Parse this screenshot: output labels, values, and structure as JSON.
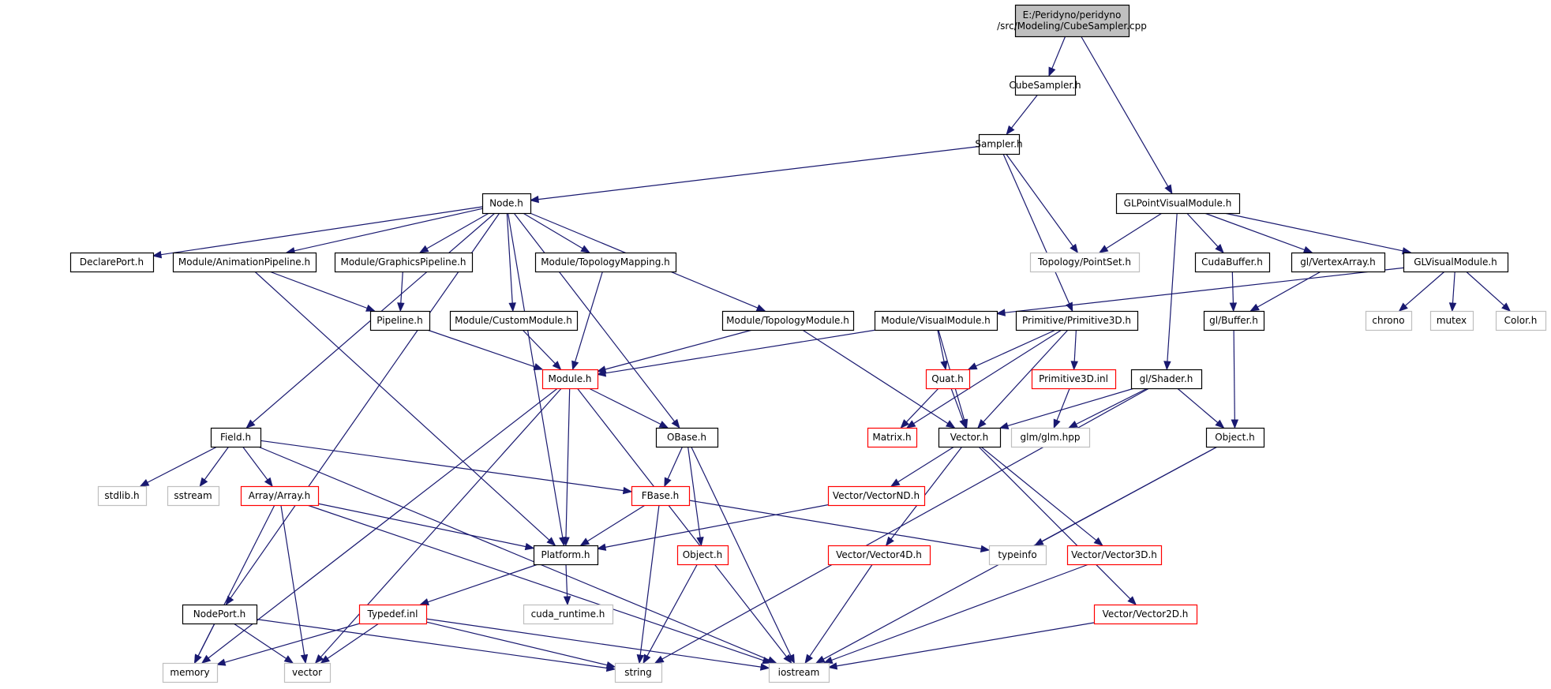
{
  "colors": {
    "edge": "#191970",
    "root_fill": "#bfbfbf",
    "root_border": "#000000",
    "normal_border": "#000000",
    "red_border": "#ff0000",
    "grey_border": "#bfbfbf",
    "fill": "#ffffff",
    "text": "#000000"
  },
  "nodes": [
    {
      "id": "root",
      "lines": [
        "E:/Peridyno/peridyno",
        "/src/Modeling/CubeSampler.cpp"
      ],
      "style": "root"
    },
    {
      "id": "cubesampler",
      "lines": [
        "CubeSampler.h"
      ],
      "style": "normal"
    },
    {
      "id": "sampler",
      "lines": [
        "Sampler.h"
      ],
      "style": "normal"
    },
    {
      "id": "node",
      "lines": [
        "Node.h"
      ],
      "style": "normal"
    },
    {
      "id": "glpointvisual",
      "lines": [
        "GLPointVisualModule.h"
      ],
      "style": "normal"
    },
    {
      "id": "declareport",
      "lines": [
        "DeclarePort.h"
      ],
      "style": "normal"
    },
    {
      "id": "animpipeline",
      "lines": [
        "Module/AnimationPipeline.h"
      ],
      "style": "normal"
    },
    {
      "id": "graphpipeline",
      "lines": [
        "Module/GraphicsPipeline.h"
      ],
      "style": "normal"
    },
    {
      "id": "topomapping",
      "lines": [
        "Module/TopologyMapping.h"
      ],
      "style": "normal"
    },
    {
      "id": "pointset",
      "lines": [
        "Topology/PointSet.h"
      ],
      "style": "grey"
    },
    {
      "id": "cudabuffer",
      "lines": [
        "CudaBuffer.h"
      ],
      "style": "normal"
    },
    {
      "id": "vertexarray",
      "lines": [
        "gl/VertexArray.h"
      ],
      "style": "normal"
    },
    {
      "id": "glvisual",
      "lines": [
        "GLVisualModule.h"
      ],
      "style": "normal"
    },
    {
      "id": "pipeline",
      "lines": [
        "Pipeline.h"
      ],
      "style": "normal"
    },
    {
      "id": "custommodule",
      "lines": [
        "Module/CustomModule.h"
      ],
      "style": "normal"
    },
    {
      "id": "topomodule",
      "lines": [
        "Module/TopologyModule.h"
      ],
      "style": "normal"
    },
    {
      "id": "visualmodule",
      "lines": [
        "Module/VisualModule.h"
      ],
      "style": "normal"
    },
    {
      "id": "primitive3d",
      "lines": [
        "Primitive/Primitive3D.h"
      ],
      "style": "normal"
    },
    {
      "id": "glbuffer",
      "lines": [
        "gl/Buffer.h"
      ],
      "style": "normal"
    },
    {
      "id": "chrono",
      "lines": [
        "chrono"
      ],
      "style": "grey"
    },
    {
      "id": "mutex",
      "lines": [
        "mutex"
      ],
      "style": "grey"
    },
    {
      "id": "color",
      "lines": [
        "Color.h"
      ],
      "style": "grey"
    },
    {
      "id": "module",
      "lines": [
        "Module.h"
      ],
      "style": "red"
    },
    {
      "id": "quat",
      "lines": [
        "Quat.h"
      ],
      "style": "red"
    },
    {
      "id": "primitive3dinl",
      "lines": [
        "Primitive3D.inl"
      ],
      "style": "red"
    },
    {
      "id": "shader",
      "lines": [
        "gl/Shader.h"
      ],
      "style": "normal"
    },
    {
      "id": "field",
      "lines": [
        "Field.h"
      ],
      "style": "normal"
    },
    {
      "id": "obase",
      "lines": [
        "OBase.h"
      ],
      "style": "normal"
    },
    {
      "id": "matrix",
      "lines": [
        "Matrix.h"
      ],
      "style": "red"
    },
    {
      "id": "vector",
      "lines": [
        "Vector.h"
      ],
      "style": "normal"
    },
    {
      "id": "glm",
      "lines": [
        "glm/glm.hpp"
      ],
      "style": "grey"
    },
    {
      "id": "object_gl",
      "lines": [
        "Object.h"
      ],
      "style": "normal"
    },
    {
      "id": "stdlib",
      "lines": [
        "stdlib.h"
      ],
      "style": "grey"
    },
    {
      "id": "sstream",
      "lines": [
        "sstream"
      ],
      "style": "grey"
    },
    {
      "id": "array",
      "lines": [
        "Array/Array.h"
      ],
      "style": "red"
    },
    {
      "id": "fbase",
      "lines": [
        "FBase.h"
      ],
      "style": "red"
    },
    {
      "id": "vectornd",
      "lines": [
        "Vector/VectorND.h"
      ],
      "style": "red"
    },
    {
      "id": "platform",
      "lines": [
        "Platform.h"
      ],
      "style": "normal"
    },
    {
      "id": "object_red",
      "lines": [
        "Object.h"
      ],
      "style": "red"
    },
    {
      "id": "vector4d",
      "lines": [
        "Vector/Vector4D.h"
      ],
      "style": "red"
    },
    {
      "id": "typeinfo",
      "lines": [
        "typeinfo"
      ],
      "style": "grey"
    },
    {
      "id": "vector3d",
      "lines": [
        "Vector/Vector3D.h"
      ],
      "style": "red"
    },
    {
      "id": "cudaruntime",
      "lines": [
        "cuda_runtime.h"
      ],
      "style": "grey"
    },
    {
      "id": "nodeport",
      "lines": [
        "NodePort.h"
      ],
      "style": "normal"
    },
    {
      "id": "typedef",
      "lines": [
        "Typedef.inl"
      ],
      "style": "red"
    },
    {
      "id": "vector2d",
      "lines": [
        "Vector/Vector2D.h"
      ],
      "style": "red"
    },
    {
      "id": "memory",
      "lines": [
        "memory"
      ],
      "style": "grey"
    },
    {
      "id": "stdvector",
      "lines": [
        "vector"
      ],
      "style": "grey"
    },
    {
      "id": "string",
      "lines": [
        "string"
      ],
      "style": "grey"
    },
    {
      "id": "iostream",
      "lines": [
        "iostream"
      ],
      "style": "grey"
    }
  ],
  "edges": [
    [
      "root",
      "cubesampler"
    ],
    [
      "root",
      "glpointvisual"
    ],
    [
      "cubesampler",
      "sampler"
    ],
    [
      "sampler",
      "node"
    ],
    [
      "sampler",
      "pointset"
    ],
    [
      "sampler",
      "primitive3d"
    ],
    [
      "node",
      "declareport"
    ],
    [
      "node",
      "animpipeline"
    ],
    [
      "node",
      "graphpipeline"
    ],
    [
      "node",
      "topomapping"
    ],
    [
      "node",
      "custommodule"
    ],
    [
      "node",
      "topomodule"
    ],
    [
      "node",
      "field"
    ],
    [
      "node",
      "obase"
    ],
    [
      "node",
      "platform"
    ],
    [
      "node",
      "nodeport"
    ],
    [
      "glpointvisual",
      "pointset"
    ],
    [
      "glpointvisual",
      "cudabuffer"
    ],
    [
      "glpointvisual",
      "vertexarray"
    ],
    [
      "glpointvisual",
      "glvisual"
    ],
    [
      "glpointvisual",
      "shader"
    ],
    [
      "animpipeline",
      "pipeline"
    ],
    [
      "animpipeline",
      "platform"
    ],
    [
      "graphpipeline",
      "pipeline"
    ],
    [
      "topomapping",
      "module"
    ],
    [
      "cudabuffer",
      "glbuffer"
    ],
    [
      "vertexarray",
      "glbuffer"
    ],
    [
      "glvisual",
      "visualmodule"
    ],
    [
      "glvisual",
      "chrono"
    ],
    [
      "glvisual",
      "mutex"
    ],
    [
      "glvisual",
      "color"
    ],
    [
      "pipeline",
      "module"
    ],
    [
      "custommodule",
      "module"
    ],
    [
      "topomodule",
      "module"
    ],
    [
      "topomodule",
      "vector"
    ],
    [
      "visualmodule",
      "module"
    ],
    [
      "visualmodule",
      "quat"
    ],
    [
      "visualmodule",
      "vector"
    ],
    [
      "primitive3d",
      "quat"
    ],
    [
      "primitive3d",
      "primitive3dinl"
    ],
    [
      "primitive3d",
      "matrix"
    ],
    [
      "primitive3d",
      "vector"
    ],
    [
      "glbuffer",
      "object_gl"
    ],
    [
      "module",
      "memory"
    ],
    [
      "module",
      "obase"
    ],
    [
      "module",
      "platform"
    ],
    [
      "module",
      "iostream"
    ],
    [
      "module",
      "stdvector"
    ],
    [
      "quat",
      "matrix"
    ],
    [
      "quat",
      "vector"
    ],
    [
      "primitive3dinl",
      "glm"
    ],
    [
      "shader",
      "vector"
    ],
    [
      "shader",
      "glm"
    ],
    [
      "shader",
      "object_gl"
    ],
    [
      "shader",
      "string"
    ],
    [
      "field",
      "stdlib"
    ],
    [
      "field",
      "sstream"
    ],
    [
      "field",
      "array"
    ],
    [
      "field",
      "fbase"
    ],
    [
      "field",
      "iostream"
    ],
    [
      "obase",
      "fbase"
    ],
    [
      "obase",
      "object_red"
    ],
    [
      "obase",
      "iostream"
    ],
    [
      "vector",
      "vectornd"
    ],
    [
      "vector",
      "vector4d"
    ],
    [
      "vector",
      "vector3d"
    ],
    [
      "vector",
      "vector2d"
    ],
    [
      "object_gl",
      "typeinfo"
    ],
    [
      "object_gl",
      "iostream"
    ],
    [
      "array",
      "platform"
    ],
    [
      "array",
      "memory"
    ],
    [
      "array",
      "stdvector"
    ],
    [
      "array",
      "iostream"
    ],
    [
      "fbase",
      "platform"
    ],
    [
      "fbase",
      "typeinfo"
    ],
    [
      "fbase",
      "string"
    ],
    [
      "vectornd",
      "platform"
    ],
    [
      "platform",
      "typedef"
    ],
    [
      "platform",
      "cudaruntime"
    ],
    [
      "object_red",
      "string"
    ],
    [
      "vector4d",
      "iostream"
    ],
    [
      "vector3d",
      "iostream"
    ],
    [
      "vector2d",
      "iostream"
    ],
    [
      "nodeport",
      "memory"
    ],
    [
      "nodeport",
      "stdvector"
    ],
    [
      "nodeport",
      "string"
    ],
    [
      "typedef",
      "memory"
    ],
    [
      "typedef",
      "stdvector"
    ],
    [
      "typedef",
      "string"
    ],
    [
      "typedef",
      "iostream"
    ]
  ]
}
